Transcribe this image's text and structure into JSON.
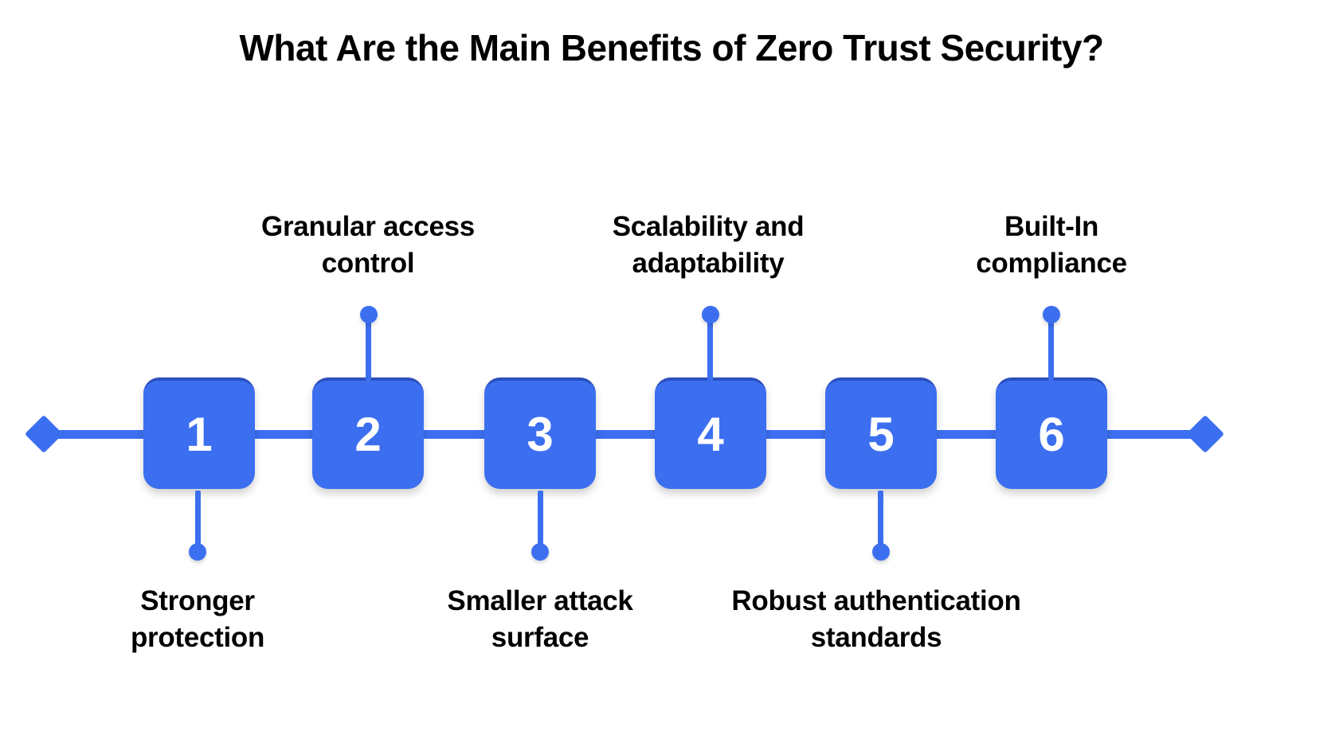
{
  "title": "What Are the Main Benefits of Zero Trust Security?",
  "accent_color": "#3C6FF0",
  "accent_dark_color": "#2B4FBF",
  "text_color": "#000000",
  "background_color": "#FFFFFF",
  "diagram": {
    "type": "numbered-timeline",
    "start_marker": "diamond",
    "end_marker": "diamond",
    "steps": [
      {
        "number": "1",
        "label": "Stronger\nprotection",
        "label_line1": "Stronger",
        "label_line2": "protection",
        "position": "below"
      },
      {
        "number": "2",
        "label": "Granular access\ncontrol",
        "label_line1": "Granular access",
        "label_line2": "control",
        "position": "above"
      },
      {
        "number": "3",
        "label": "Smaller attack\nsurface",
        "label_line1": "Smaller attack",
        "label_line2": "surface",
        "position": "below"
      },
      {
        "number": "4",
        "label": "Scalability and\nadaptability",
        "label_line1": "Scalability and",
        "label_line2": "adaptability",
        "position": "above"
      },
      {
        "number": "5",
        "label": "Robust authentication\nstandards",
        "label_line1": "Robust authentication",
        "label_line2": "standards",
        "position": "below"
      },
      {
        "number": "6",
        "label": "Built-In\ncompliance",
        "label_line1": "Built-In",
        "label_line2": "compliance",
        "position": "above"
      }
    ]
  }
}
